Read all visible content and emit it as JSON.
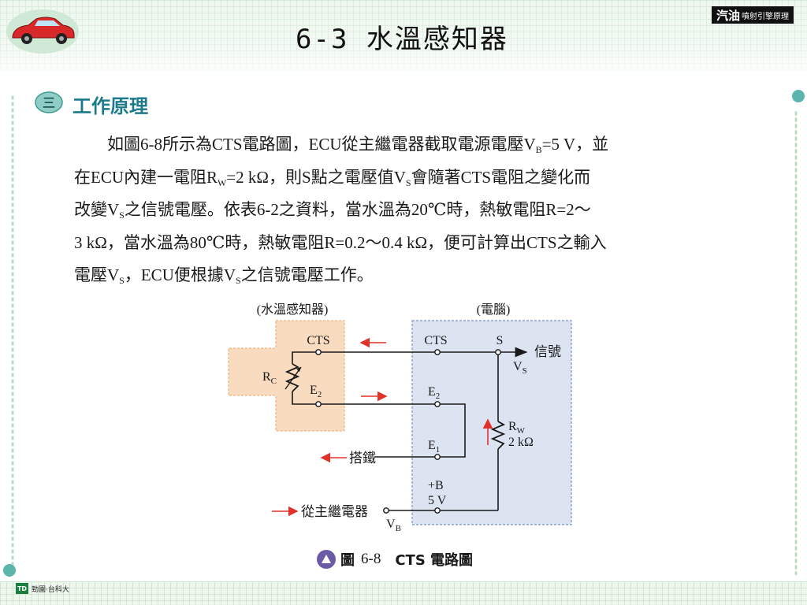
{
  "header": {
    "title": "6-3  水溫感知器",
    "badge_main": "汽油",
    "badge_sub": "噴射引擎原理",
    "logo_icon": "red-car-icon"
  },
  "section": {
    "icon": "three-icon",
    "icon_glyph": "三",
    "title": "工作原理"
  },
  "paragraph": {
    "l1_a": "如圖6-8所示為CTS電路圖，ECU從主繼電器截取電源電壓V",
    "l1_sub": "B",
    "l1_b": "=5 V，並",
    "l2_a": "在ECU內建一電阻R",
    "l2_sub": "W",
    "l2_b": "=2 kΩ，則S點之電壓值V",
    "l2_sub2": "S",
    "l2_c": "會隨著CTS電阻之變化而",
    "l3_a": "改變V",
    "l3_sub": "S",
    "l3_b": "之信號電壓。依表6-2之資料，當水溫為20℃時，熱敏電阻R=2～",
    "l4": "3 kΩ，當水溫為80℃時，熱敏電阻R=0.2～0.4 kΩ，便可計算出CTS之輸入",
    "l5_a": "電壓V",
    "l5_sub": "S",
    "l5_b": "，ECU便根據V",
    "l5_sub2": "S",
    "l5_c": "之信號電壓工作。"
  },
  "diagram": {
    "sensor_label": "(水溫感知器)",
    "ecu_label": "(電腦)",
    "cts_left": "CTS",
    "cts_right": "CTS",
    "s_label": "S",
    "signal_label": "信號",
    "vs_label": "V",
    "vs_sub": "S",
    "rc_label": "R",
    "rc_sub": "C",
    "e2_left": "E",
    "e2_left_sub": "2",
    "e2_right": "E",
    "e2_right_sub": "2",
    "e1_label": "E",
    "e1_sub": "1",
    "rw_label": "R",
    "rw_sub": "W",
    "rw_value": "2 kΩ",
    "ground_label": "搭鐵",
    "plusb_label": "+B",
    "plusb_volt": "5 V",
    "relay_label": "從主繼電器",
    "vb_label": "V",
    "vb_sub": "B",
    "sensor_fill": "#f9dcbf",
    "ecu_fill": "#dce4f2",
    "arrow_color": "#e0312a"
  },
  "caption": {
    "label": "圖",
    "number": "6-8",
    "text": "CTS 電路圖"
  },
  "footer": {
    "publisher_mark": "TD",
    "publisher": "勁園‧台科大"
  }
}
